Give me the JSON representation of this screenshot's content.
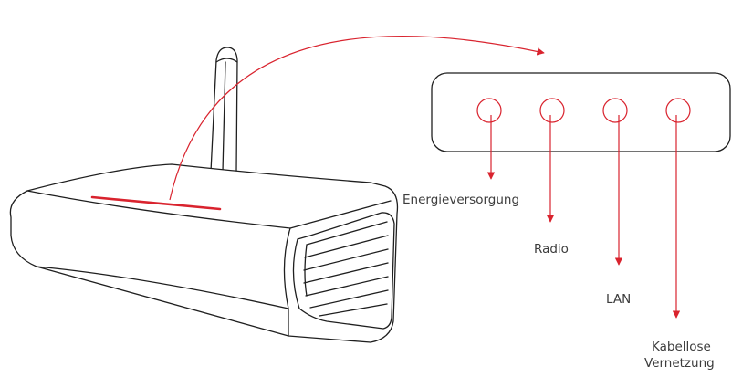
{
  "colors": {
    "accent": "#d9232e",
    "outline": "#1f1f1f",
    "text": "#3c3c3c"
  },
  "labels": {
    "power": "Energieversorgung",
    "radio": "Radio",
    "lan": "LAN",
    "wireless_line1": "Kabellose",
    "wireless_line2": "Vernetzung"
  }
}
